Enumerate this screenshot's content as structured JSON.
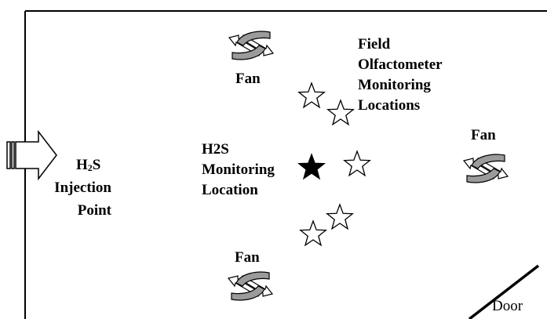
{
  "labels": {
    "fan_top": "Fan",
    "fan_right": "Fan",
    "fan_bottom": "Fan",
    "field_line1": "Field",
    "field_line2": "Olfactometer",
    "field_line3": "Monitoring",
    "field_line4": "Locations",
    "h2s_line1": "H2S",
    "h2s_line2": "Monitoring",
    "h2s_line3": "Location",
    "inj_main": "H",
    "inj_sub": "2",
    "inj_tail": "S",
    "inj_line2": "Injection",
    "inj_line3": "Point",
    "door": "Door"
  },
  "colors": {
    "stroke": "#000000",
    "fan_blade": "#9b9b9b",
    "arrow_fill": "#ffffff",
    "star_filled": "#000000"
  },
  "icons": {
    "fan": "fan-icon",
    "open_star": "star-outline-icon",
    "filled_star": "star-filled-icon",
    "injection_arrow": "block-arrow-icon"
  }
}
